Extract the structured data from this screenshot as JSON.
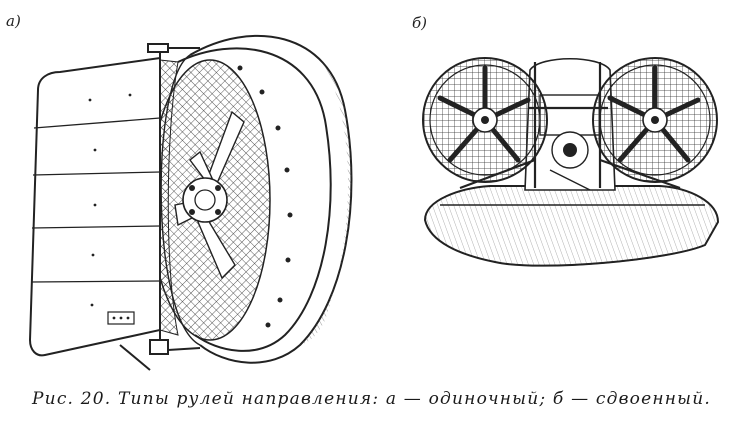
{
  "figure": {
    "panel_a_label": "а)",
    "panel_b_label": "б)",
    "caption": "Рис. 20. Типы рулей направления: а — одиночный; б — сдвоенный."
  }
}
